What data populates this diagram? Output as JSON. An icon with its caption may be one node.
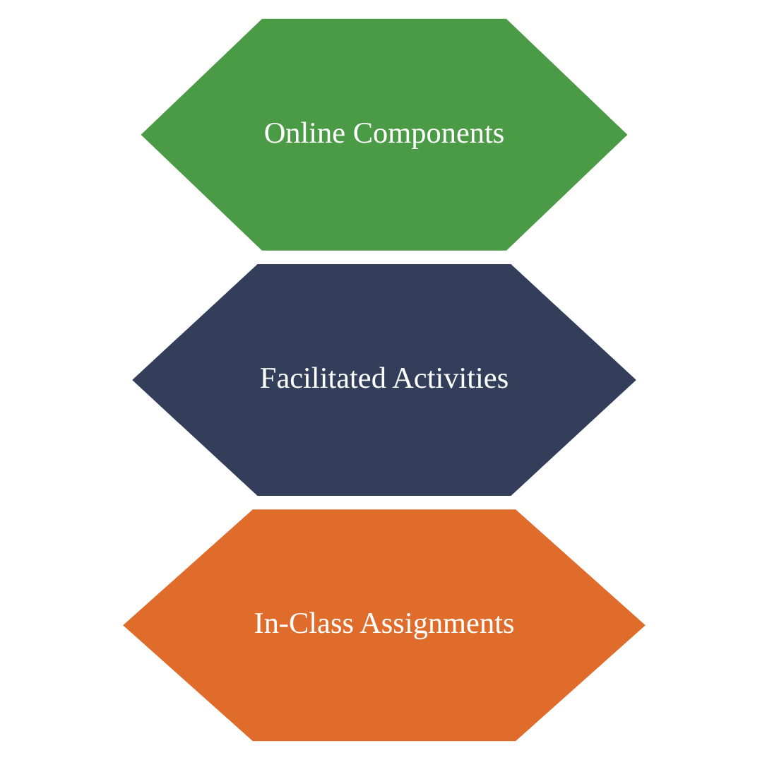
{
  "diagram": {
    "nodes": [
      {
        "text": [
          "In-Class Assignments"
        ]
      },
      {
        "text": [
          "Facilitated Activities"
        ]
      },
      {
        "text": [
          "Online Components"
        ]
      }
    ]
  }
}
